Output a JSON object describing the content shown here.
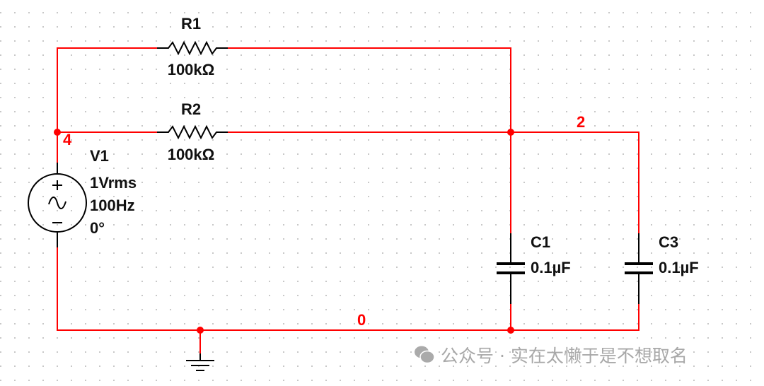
{
  "components": {
    "R1": {
      "name": "R1",
      "value": "100kΩ"
    },
    "R2": {
      "name": "R2",
      "value": "100kΩ"
    },
    "V1": {
      "name": "V1",
      "amplitude": "1Vrms",
      "frequency": "100Hz",
      "phase": "0°"
    },
    "C1": {
      "name": "C1",
      "value": "0.1µF"
    },
    "C3": {
      "name": "C3",
      "value": "0.1µF"
    }
  },
  "nodes": {
    "n4": "4",
    "n2": "2",
    "n0": "0"
  },
  "watermark": {
    "text": "公众号 · 实在太懒于是不想取名",
    "icon": "wechat-icon"
  },
  "colors": {
    "wire": "#ff0000",
    "component": "#000000"
  }
}
